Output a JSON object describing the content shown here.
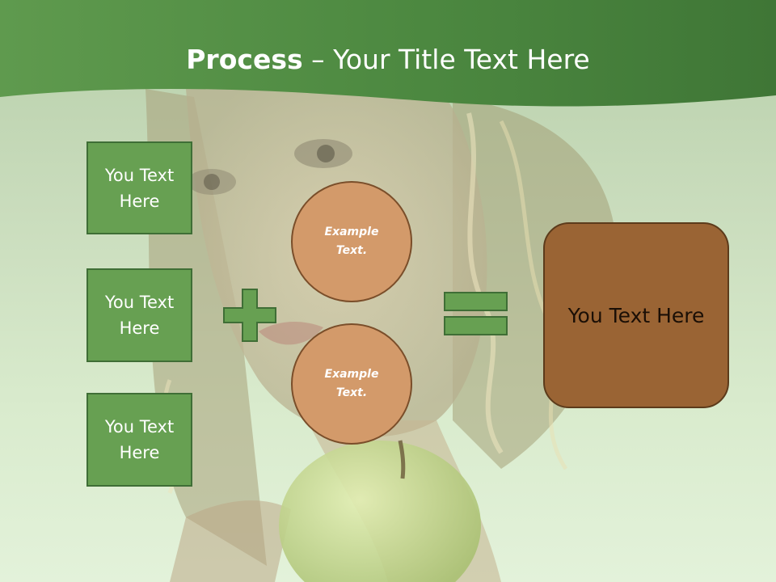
{
  "title": {
    "bold": "Process",
    "rest": " – Your Title Text Here"
  },
  "left_boxes": [
    {
      "text": "You Text Here"
    },
    {
      "text": "You Text Here"
    },
    {
      "text": "You Text Here"
    }
  ],
  "circles": [
    {
      "text": "Example Text."
    },
    {
      "text": "Example Text."
    }
  ],
  "result": {
    "text": "You Text Here"
  },
  "operators": {
    "plus": "plus-icon",
    "equals": "equals-icon"
  },
  "colors": {
    "header_green": "#4d8a3f",
    "box_green": "#67a052",
    "circle_tan": "#d39a6a",
    "result_brown": "#9a6434"
  }
}
